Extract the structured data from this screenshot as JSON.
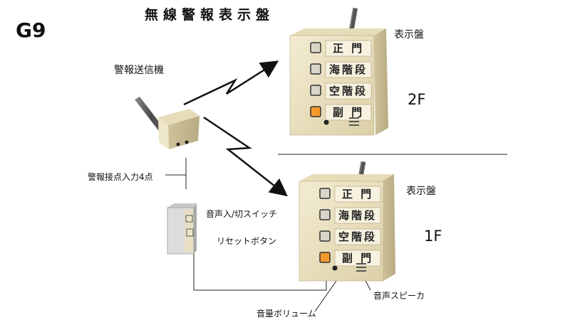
{
  "code": "G9",
  "title": "無線警報表示盤",
  "transmitter_label": "警報送信機",
  "input_label": "警報接点入力4点",
  "switch_labels": [
    "音声入/切スイッチ",
    "リセットボタン"
  ],
  "volume_label": "音量ボリューム",
  "speaker_label": "音声スピーカ",
  "panels": [
    {
      "title": "表示盤",
      "floor": "2F",
      "slots": [
        "正 門",
        "海階段",
        "空階段",
        "副 門"
      ],
      "lit": [
        false,
        false,
        false,
        true
      ]
    },
    {
      "title": "表示盤",
      "floor": "1F",
      "slots": [
        "正 門",
        "海階段",
        "空階段",
        "副 門"
      ],
      "lit": [
        false,
        false,
        false,
        true
      ]
    }
  ],
  "colors": {
    "panel_body": "#ece3c4",
    "panel_side": "#cbbf98",
    "lamp_off": "#d9d6c8",
    "lamp_on": "#f29a2c"
  }
}
